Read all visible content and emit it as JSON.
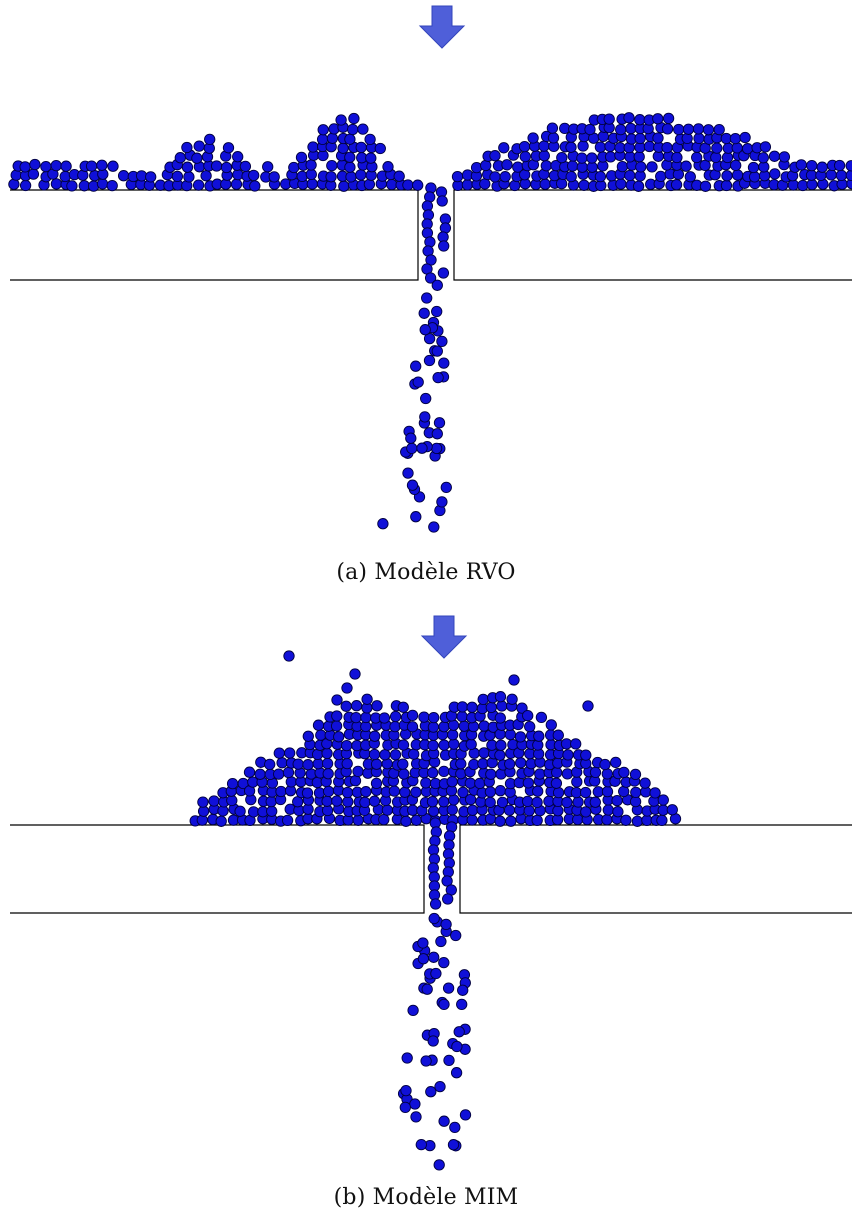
{
  "panels": [
    {
      "id": "a",
      "caption": "(a) Modèle RVO"
    },
    {
      "id": "b",
      "caption": "(b) Modèle MIM"
    }
  ],
  "colors": {
    "agent_fill": "#1010d8",
    "agent_stroke": "#000040",
    "arrow": "#4f5fd9",
    "wall": "#000000"
  },
  "icons": {
    "flow_direction": "down-arrow-icon",
    "agent": "agent-dot"
  }
}
